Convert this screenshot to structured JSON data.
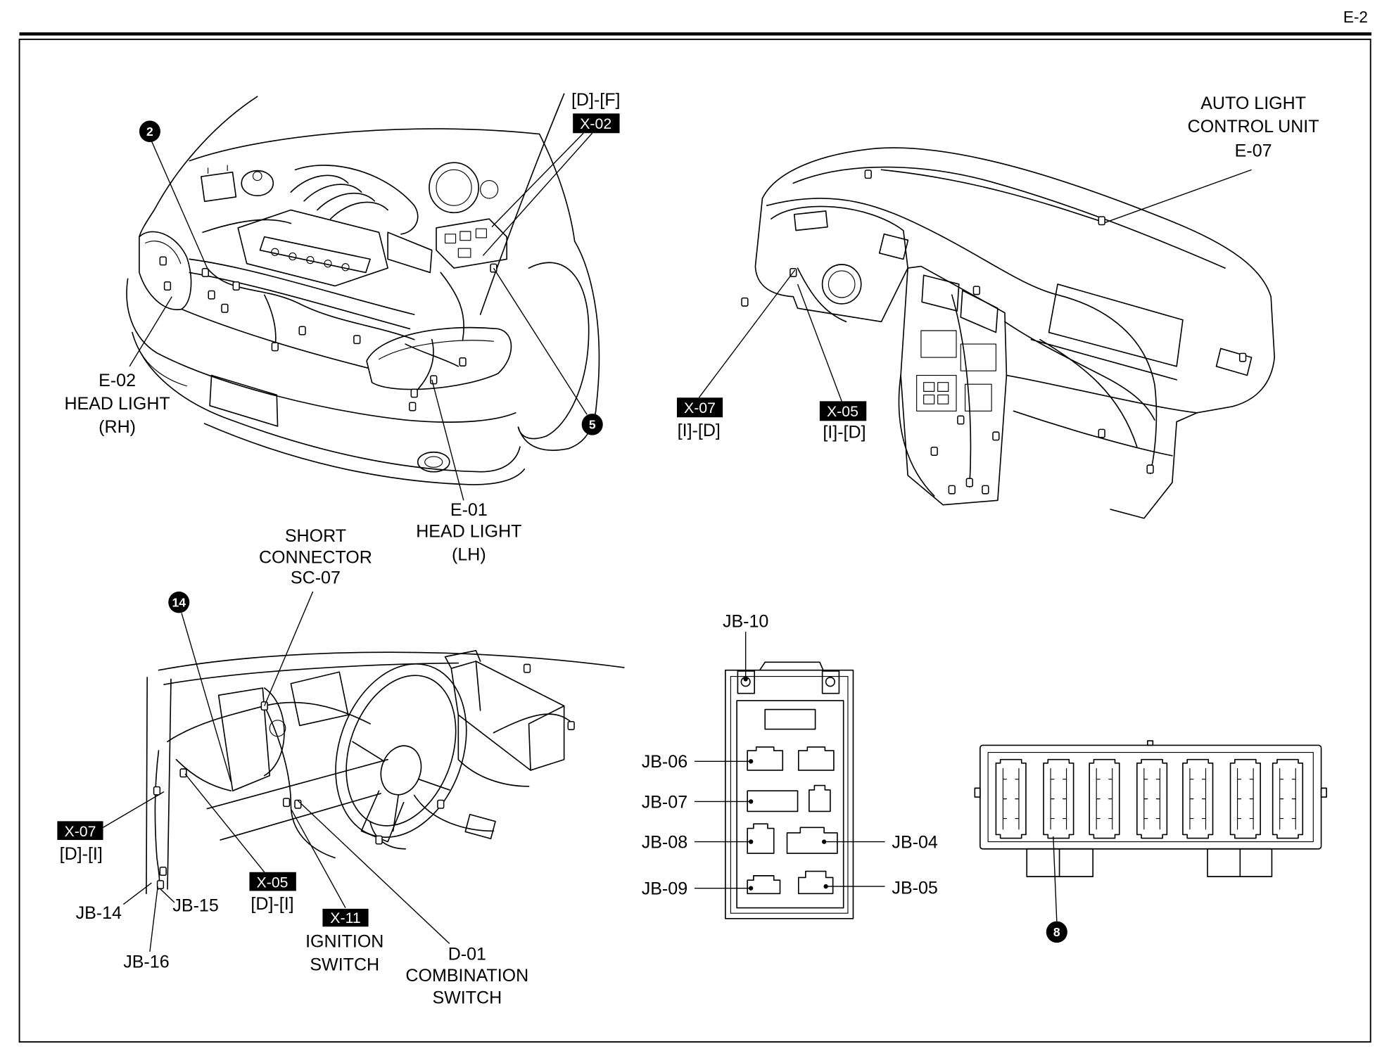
{
  "header": {
    "page_id": "E-2"
  },
  "engine_bay": {
    "callout_2": "2",
    "callout_5": "5",
    "relay_box": {
      "range": "[D]-[F]",
      "connector": "X-02"
    },
    "head_light_rh": {
      "code": "E-02",
      "name": "HEAD LIGHT",
      "side": "(RH)"
    },
    "head_light_lh": {
      "code": "E-01",
      "name": "HEAD LIGHT",
      "side": "(LH)"
    }
  },
  "instrument_panel": {
    "auto_light_unit": {
      "line1": "AUTO LIGHT",
      "line2": "CONTROL UNIT",
      "code": "E-07"
    },
    "connector_x07": {
      "code": "X-07",
      "range": "[I]-[D]"
    },
    "connector_x05": {
      "code": "X-05",
      "range": "[I]-[D]"
    }
  },
  "steering_area": {
    "short_connector": {
      "line1": "SHORT",
      "line2": "CONNECTOR",
      "code": "SC-07"
    },
    "callout_14": "14",
    "connector_x07": {
      "code": "X-07",
      "range": "[D]-[I]"
    },
    "connector_x05": {
      "code": "X-05",
      "range": "[D]-[I]"
    },
    "ignition_switch": {
      "code": "X-11",
      "line1": "IGNITION",
      "line2": "SWITCH"
    },
    "combination_switch": {
      "code": "D-01",
      "line1": "COMBINATION",
      "line2": "SWITCH"
    },
    "ground_points": [
      "JB-14",
      "JB-15",
      "JB-16"
    ]
  },
  "junction_block": {
    "jb10": "JB-10",
    "jb06": "JB-06",
    "jb07": "JB-07",
    "jb08": "JB-08",
    "jb09": "JB-09",
    "jb04": "JB-04",
    "jb05": "JB-05"
  },
  "fuse_block": {
    "callout_8": "8"
  },
  "colors": {
    "ink": "#000000",
    "label_box": "#000000",
    "label_box_text": "#ffffff",
    "paper": "#ffffff"
  }
}
